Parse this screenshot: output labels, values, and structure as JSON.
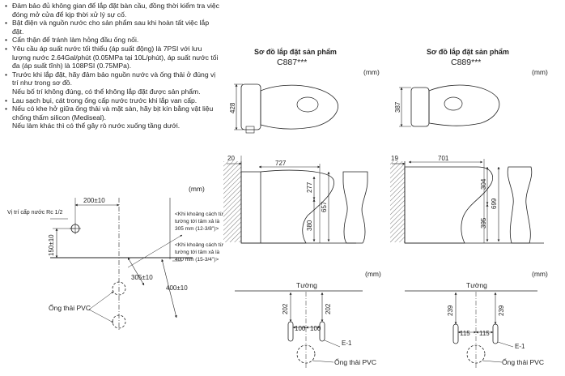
{
  "notes": [
    {
      "text": "Đảm bảo đủ không gian để lắp đặt bàn cầu, đồng thời kiểm tra việc đóng mở cửa để kịp thời xử lý sự cố."
    },
    {
      "text": "Bật điện và nguồn nước cho sản phẩm sau khi hoàn tất việc lắp đặt."
    },
    {
      "text": "Cẩn thận để tránh làm hỏng đầu ống nối."
    },
    {
      "text": "Yêu cầu áp suất nước tối thiểu (áp suất động) là 7PSI với lưu lượng nước 2.64Gal/phút (0.05MPa tại 10L/phút), áp suất nước tối đa (áp suất tĩnh) là 108PSI (0.75MPa)."
    },
    {
      "text": "Trước khi lắp đặt, hãy đảm bảo nguồn nước và ống thải ở đúng vị trí như trong sơ đồ.",
      "extra": "Nếu bố trí không đúng, có thể không lắp đặt được sản phẩm."
    },
    {
      "text": "Lau sạch bụi, cát trong ống cấp nước trước khi lắp van cấp."
    },
    {
      "text": "Nếu có khe hở giữa ống thải và mặt sàn, hãy bịt kín bằng vật liệu chống thấm silicon (Mediseal).",
      "extra": "Nếu làm khác thì có thể gây rò nước xuống tầng dưới."
    }
  ],
  "rough_in": {
    "unit": "(mm)",
    "supply_label": "Vị trí cấp nước Rc 1/2",
    "dim_200": "200±10",
    "dim_150": "150±10",
    "dim_305": "305±10",
    "dim_400": "400±10",
    "note_305": [
      "<Khi khoảng cách từ",
      "tường tới tâm xả là",
      "305 mm (12-3/8\")>"
    ],
    "note_400": [
      "<Khi khoảng cách từ",
      "tường tới tâm xả là",
      "400 mm (15-3/4\")>"
    ],
    "pvc_label": "Ống thải PVC"
  },
  "c887": {
    "title": "Sơ đồ lắp đặt sản phẩm",
    "model": "C887***",
    "unit_top": "(mm)",
    "top_h": "428",
    "side_w": "727",
    "side_offset": "20",
    "h277": "277",
    "h380": "380",
    "h657": "657",
    "unit_floor": "(mm)",
    "wall": "Tường",
    "d202a": "202",
    "d202b": "202",
    "d100a": "100",
    "d100b": "100",
    "e1": "E-1",
    "pvc": "Ống thải PVC"
  },
  "c889": {
    "title": "Sơ đồ lắp đặt sản phẩm",
    "model": "C889***",
    "unit_top": "(mm)",
    "top_h": "387",
    "side_w": "701",
    "side_offset": "19",
    "h304": "304",
    "h395": "395",
    "h699": "699",
    "unit_floor": "(mm)",
    "wall": "Tường",
    "d239a": "239",
    "d239b": "239",
    "d115a": "115",
    "d115b": "115",
    "e1": "E-1",
    "pvc": "Ống thải PVC"
  }
}
